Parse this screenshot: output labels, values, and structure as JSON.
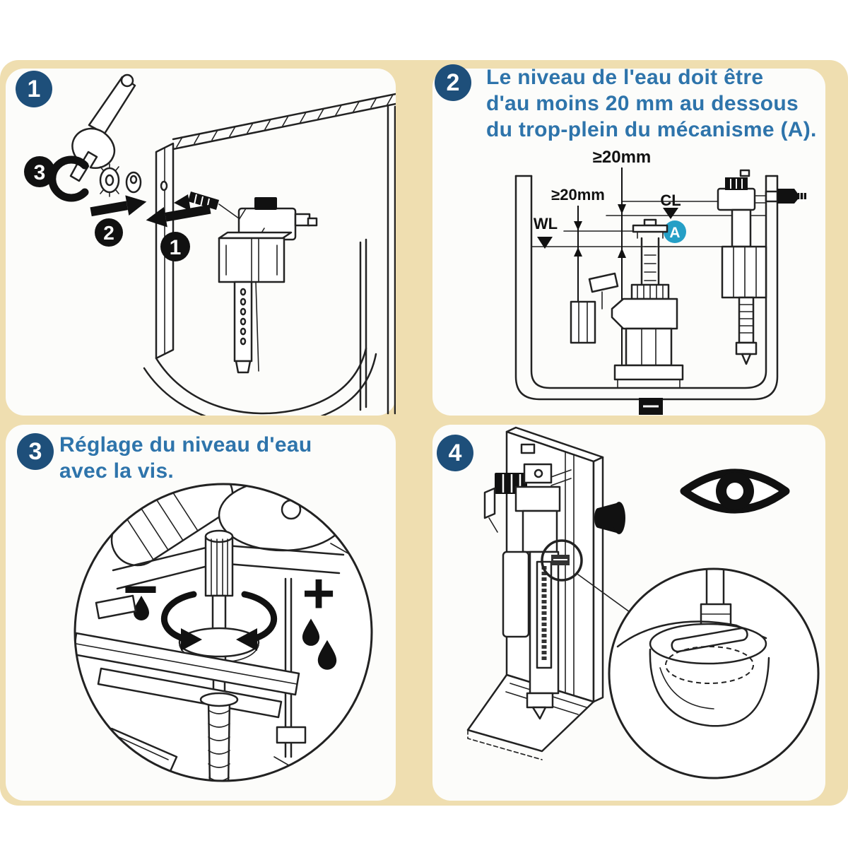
{
  "sheet": {
    "page_background": "#ffffff",
    "background": "#efdeb0",
    "panel_background": "#fcfcfa"
  },
  "colors": {
    "step_badge": "#1e4f7a",
    "instruction_text": "#2e74ab",
    "marker_a": "#259fc6",
    "line_art": "#222222",
    "callout": "#111111"
  },
  "steps": {
    "step1": {
      "number": "1",
      "callout1": "1",
      "callout2": "2",
      "callout3": "3"
    },
    "step2": {
      "number": "2",
      "line1": "Le niveau de l'eau doit être",
      "line2": "d'au moins 20 mm au dessous",
      "line3": "du trop-plein du mécanisme (A).",
      "dim_top": "≥20mm",
      "dim_left": "≥20mm",
      "critical_level": "CL",
      "water_level": "WL",
      "marker": "A"
    },
    "step3": {
      "number": "3",
      "line1": "Réglage du niveau d'eau",
      "line2": "avec la vis.",
      "minus": "−",
      "plus": "+"
    },
    "step4": {
      "number": "4"
    }
  }
}
